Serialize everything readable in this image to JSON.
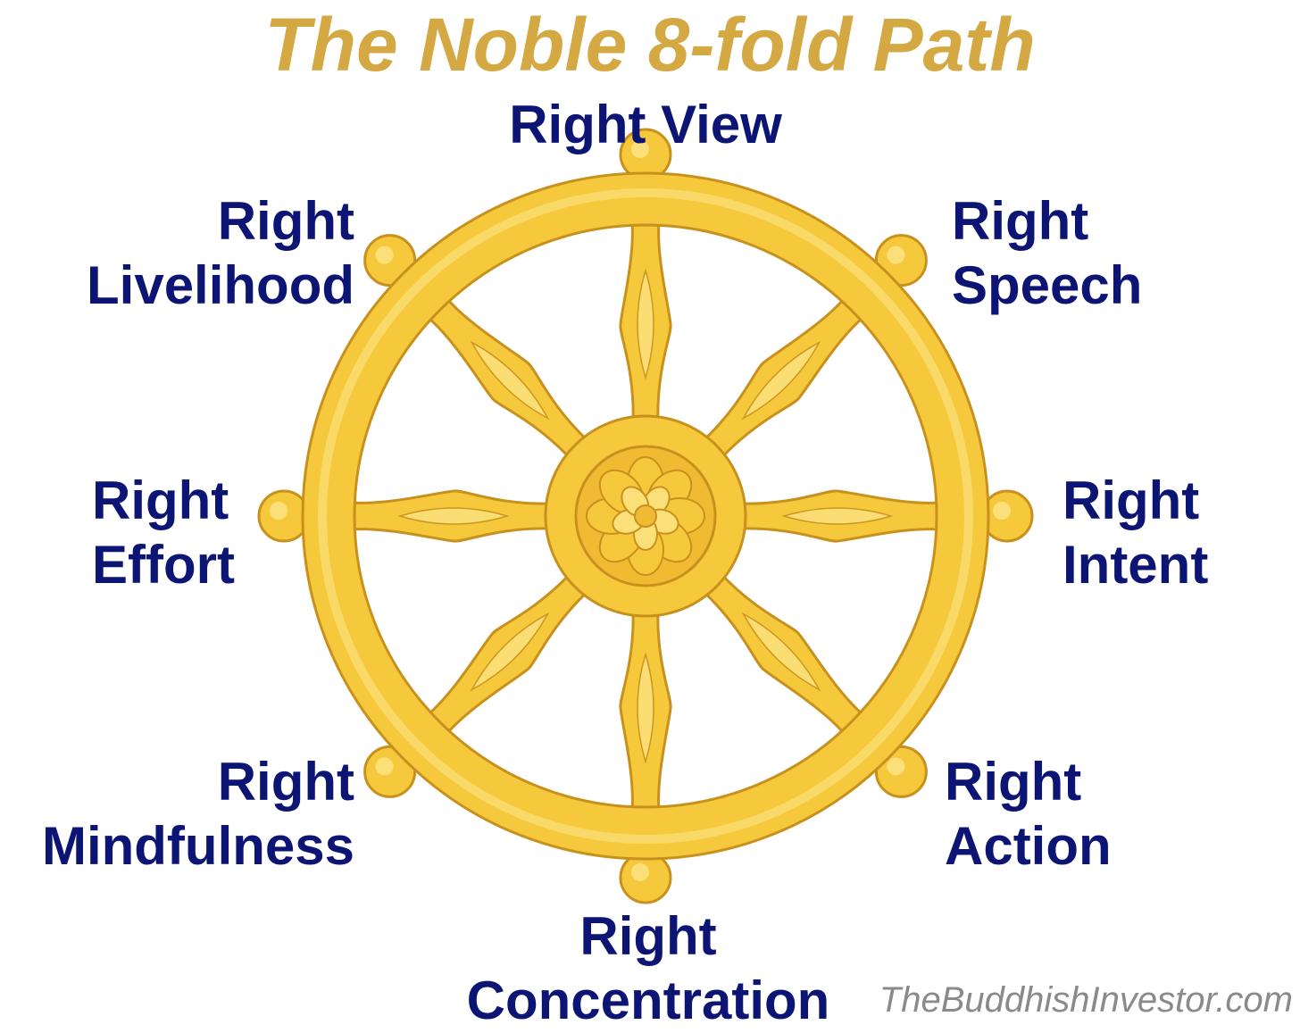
{
  "title": "The Noble 8-fold Path",
  "colors": {
    "title": "#d4a843",
    "labels": "#0c1474",
    "wheel_fill": "#f6c93c",
    "wheel_light": "#fbe07a",
    "wheel_outline": "#c8911e",
    "watermark": "#8a8a8a"
  },
  "icons": {
    "wheel": "dharma-wheel-icon",
    "hub": "lotus-flower-icon"
  },
  "labels": {
    "top": "Right View",
    "top_right": {
      "line1": "Right",
      "line2": "Speech"
    },
    "right": {
      "line1": "Right",
      "line2": "Intent"
    },
    "bottom_right": {
      "line1": "Right",
      "line2": "Action"
    },
    "bottom": {
      "line1": "Right",
      "line2": "Concentration"
    },
    "bottom_left": {
      "line1": "Right",
      "line2": "Mindfulness"
    },
    "left": {
      "line1": "Right",
      "line2": "Effort"
    },
    "top_left": {
      "line1": "Right",
      "line2": "Livelihood"
    }
  },
  "watermark": "TheBuddhishInvestor.com"
}
